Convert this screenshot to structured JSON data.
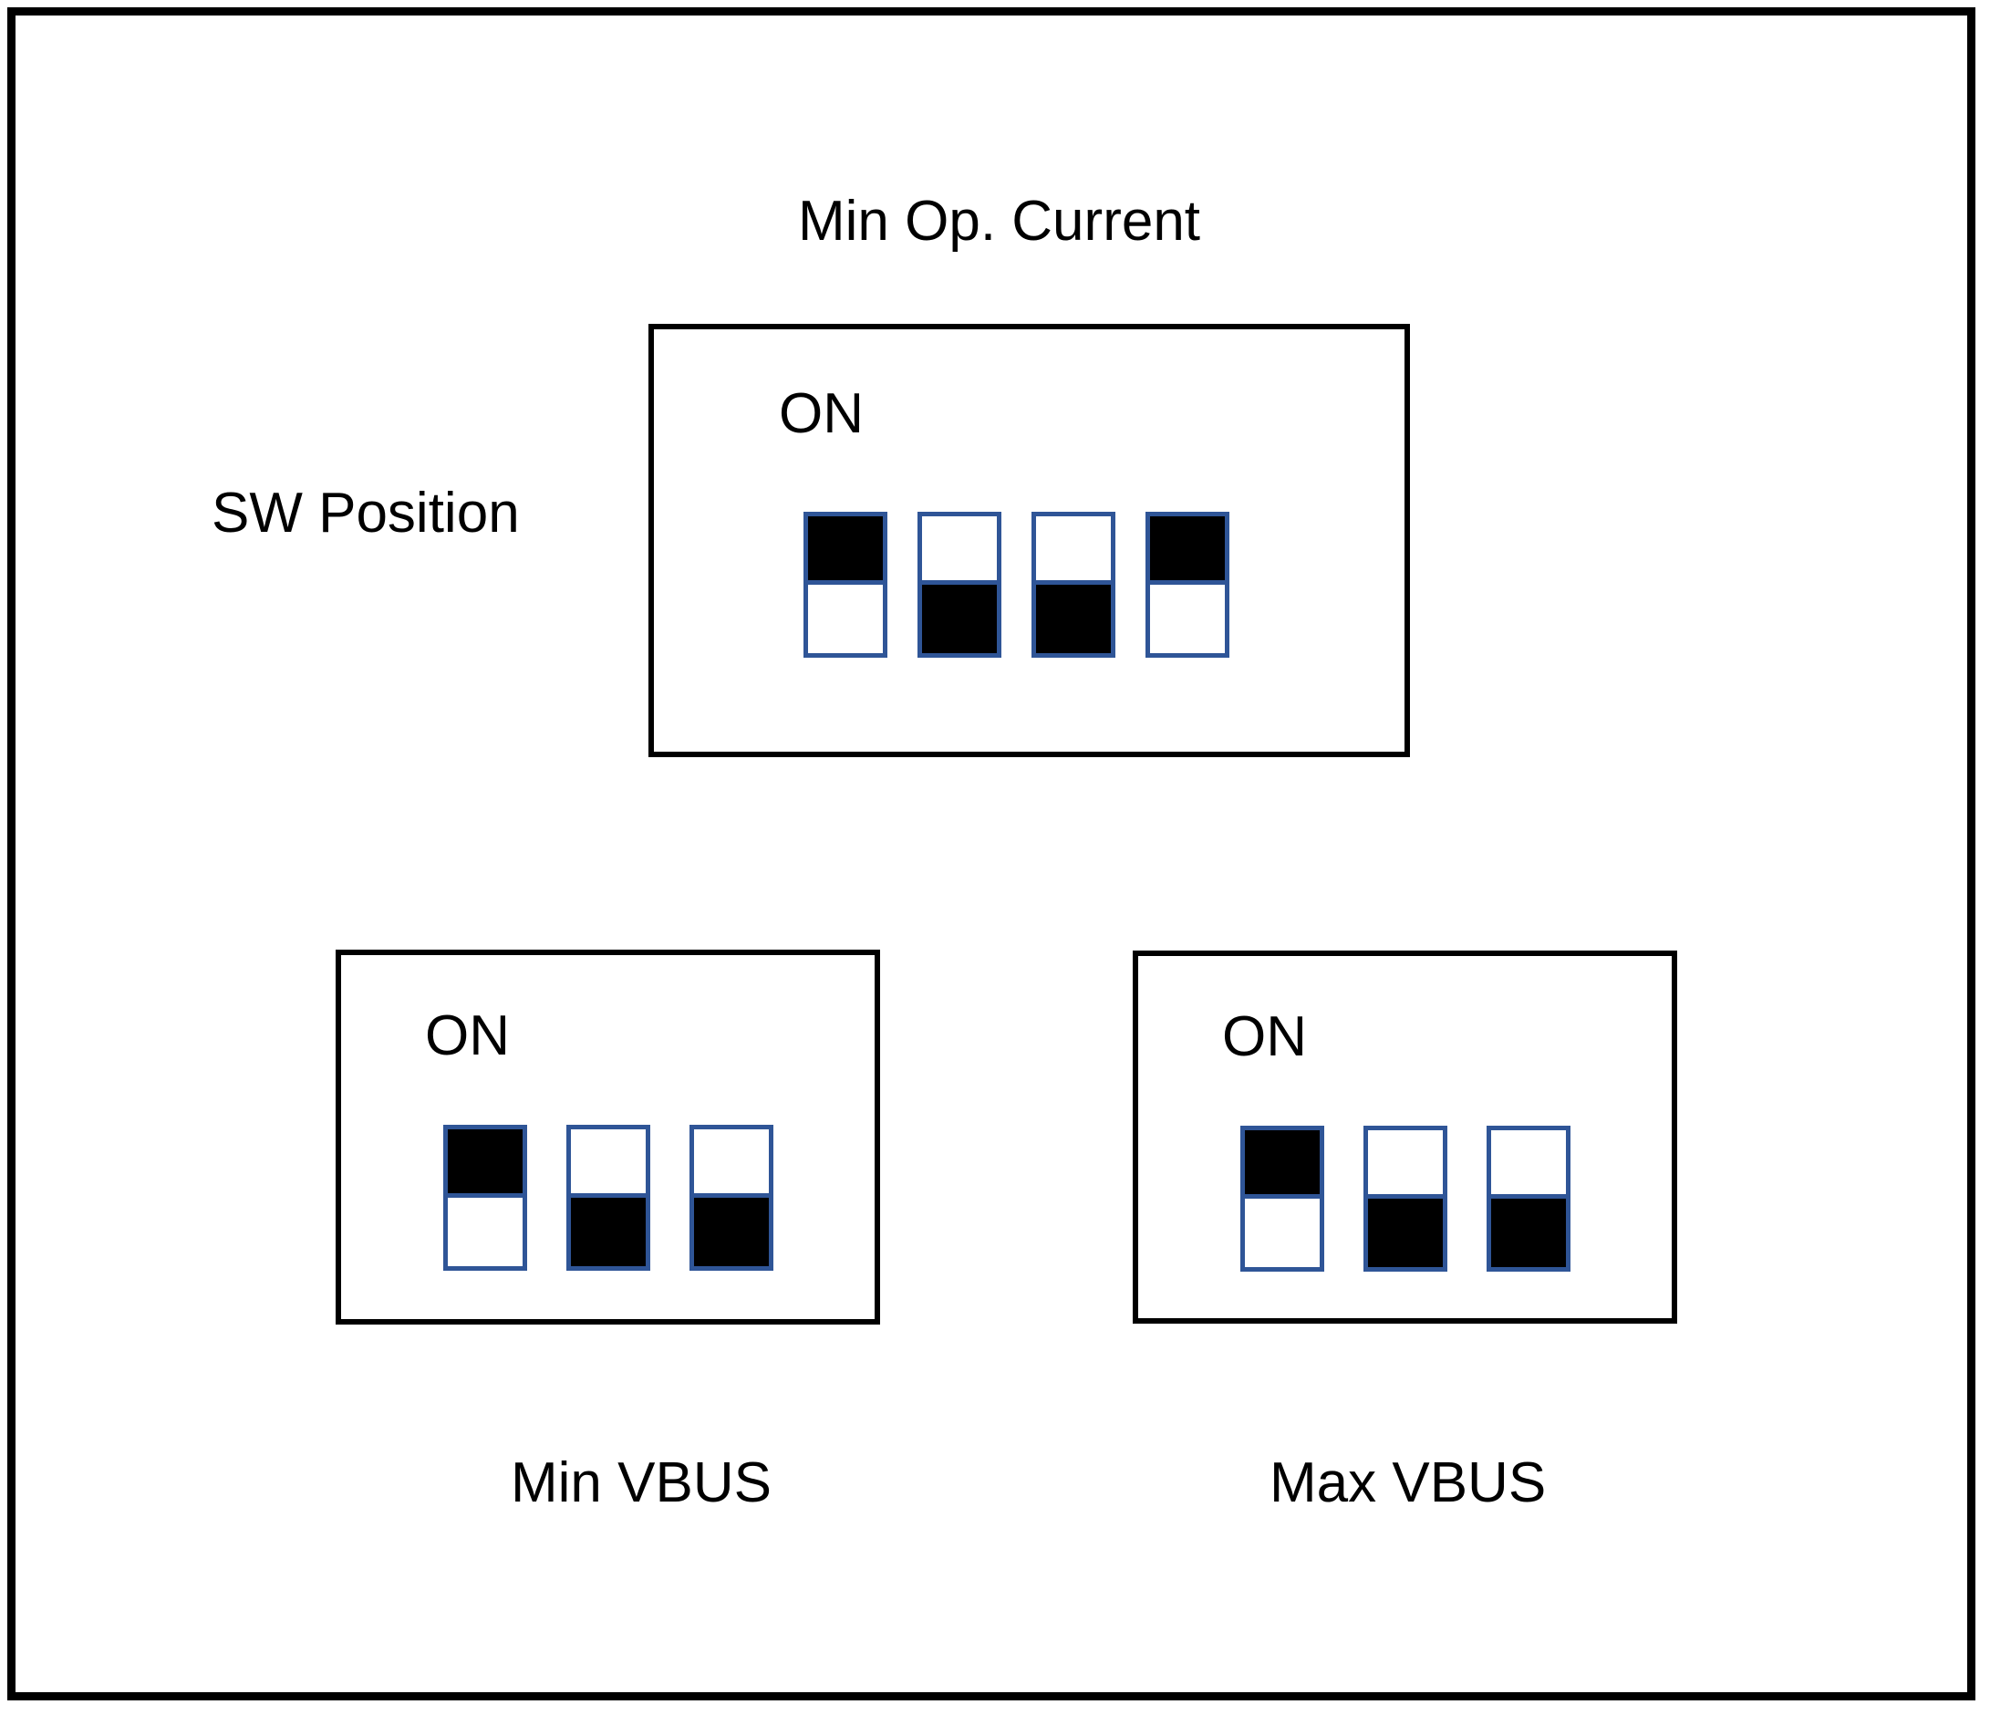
{
  "diagram": {
    "title": "Min Op. Current",
    "row_label": "SW Position",
    "on_label": "ON",
    "colors": {
      "switch_border": "#2f5597",
      "switch_fill": "#000000",
      "box_border": "#000000",
      "background": "#ffffff"
    }
  },
  "blocks": [
    {
      "id": "min-op-current",
      "caption": "Min Op. Current",
      "caption_position": "above",
      "on_label": "ON",
      "switch_count": 4,
      "switches": [
        {
          "index": 1,
          "state": "ON",
          "filled_half": "top"
        },
        {
          "index": 2,
          "state": "OFF",
          "filled_half": "bottom"
        },
        {
          "index": 3,
          "state": "OFF",
          "filled_half": "bottom"
        },
        {
          "index": 4,
          "state": "ON",
          "filled_half": "top"
        }
      ]
    },
    {
      "id": "min-vbus",
      "caption": "Min VBUS",
      "caption_position": "below",
      "on_label": "ON",
      "switch_count": 3,
      "switches": [
        {
          "index": 1,
          "state": "ON",
          "filled_half": "top"
        },
        {
          "index": 2,
          "state": "OFF",
          "filled_half": "bottom"
        },
        {
          "index": 3,
          "state": "OFF",
          "filled_half": "bottom"
        }
      ]
    },
    {
      "id": "max-vbus",
      "caption": "Max VBUS",
      "caption_position": "below",
      "on_label": "ON",
      "switch_count": 3,
      "switches": [
        {
          "index": 1,
          "state": "ON",
          "filled_half": "top"
        },
        {
          "index": 2,
          "state": "OFF",
          "filled_half": "bottom"
        },
        {
          "index": 3,
          "state": "OFF",
          "filled_half": "bottom"
        }
      ]
    }
  ]
}
